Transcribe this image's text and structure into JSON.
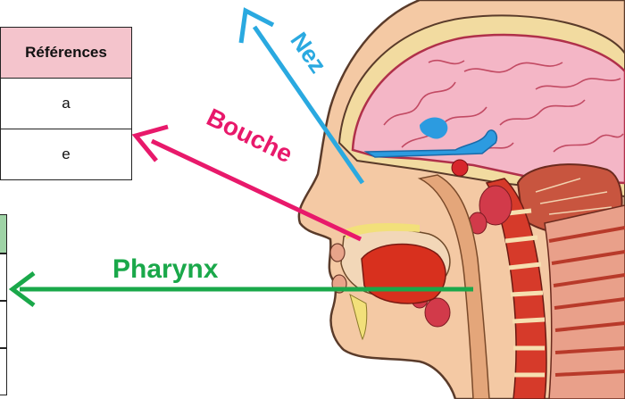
{
  "references_table": {
    "header": "Références",
    "rows": [
      "a",
      "e"
    ]
  },
  "labels": {
    "nez": "Nez",
    "bouche": "Bouche",
    "pharynx": "Pharynx"
  },
  "colors": {
    "nez": "#2aa9e0",
    "bouche": "#e8196b",
    "pharynx": "#1aa84a",
    "table_header": "#f4c4cc"
  }
}
